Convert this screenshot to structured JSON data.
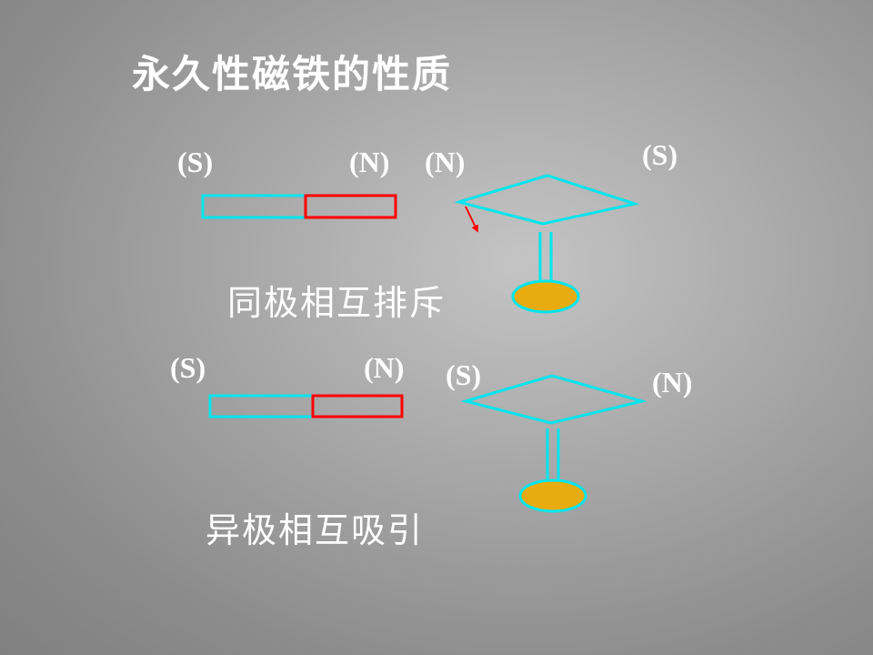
{
  "slide": {
    "title": "永久性磁铁的性质",
    "repel": {
      "caption": "同极相互排斥",
      "bar_left_pole": "(S)",
      "bar_right_pole": "(N)",
      "needle_left_pole": "(N)",
      "needle_right_pole": "(S)"
    },
    "attract": {
      "caption": "异极相互吸引",
      "bar_left_pole": "(S)",
      "bar_right_pole": "(N)",
      "needle_left_pole": "(S)",
      "needle_right_pole": "(N)"
    }
  },
  "colors": {
    "south": "#00e5ee",
    "north": "#ff0000",
    "pivot": "#e8ac10",
    "text": "#ffffff"
  }
}
